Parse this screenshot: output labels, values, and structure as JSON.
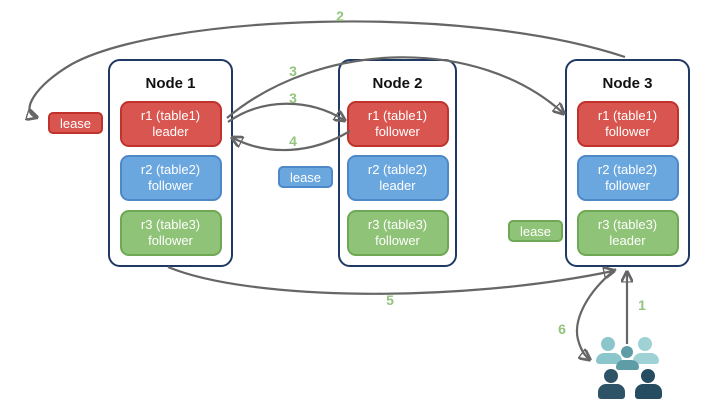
{
  "nodes": [
    {
      "title": "Node 1",
      "replicas": [
        {
          "name": "r1 (table1)",
          "role": "leader",
          "color": "red"
        },
        {
          "name": "r2 (table2)",
          "role": "follower",
          "color": "blue"
        },
        {
          "name": "r3 (table3)",
          "role": "follower",
          "color": "green"
        }
      ]
    },
    {
      "title": "Node 2",
      "replicas": [
        {
          "name": "r1 (table1)",
          "role": "follower",
          "color": "red"
        },
        {
          "name": "r2 (table2)",
          "role": "leader",
          "color": "blue"
        },
        {
          "name": "r3 (table3)",
          "role": "follower",
          "color": "green"
        }
      ]
    },
    {
      "title": "Node 3",
      "replicas": [
        {
          "name": "r1 (table1)",
          "role": "follower",
          "color": "red"
        },
        {
          "name": "r2 (table2)",
          "role": "follower",
          "color": "blue"
        },
        {
          "name": "r3 (table3)",
          "role": "leader",
          "color": "green"
        }
      ]
    }
  ],
  "leases": [
    {
      "label": "lease",
      "color": "red"
    },
    {
      "label": "lease",
      "color": "blue"
    },
    {
      "label": "lease",
      "color": "green"
    }
  ],
  "steps": [
    "1",
    "2",
    "3",
    "3",
    "4",
    "5",
    "6"
  ],
  "icons": {
    "users": "users-icon"
  },
  "colors": {
    "replica_red": "#D95650",
    "replica_red_border": "#C0332C",
    "replica_blue": "#6BA7DF",
    "replica_blue_border": "#4E88C7",
    "replica_green": "#8FC377",
    "replica_green_border": "#6FA855",
    "node_border": "#1F3864",
    "arrow": "#666666",
    "step_label": "#93C47D",
    "users_teal_light_1": "#8BC6CC",
    "users_teal_light_2": "#9ED2D5",
    "users_teal_medium": "#5E9CA6",
    "users_slate_dark_1": "#2F5366",
    "users_slate_dark_2": "#254C60"
  }
}
